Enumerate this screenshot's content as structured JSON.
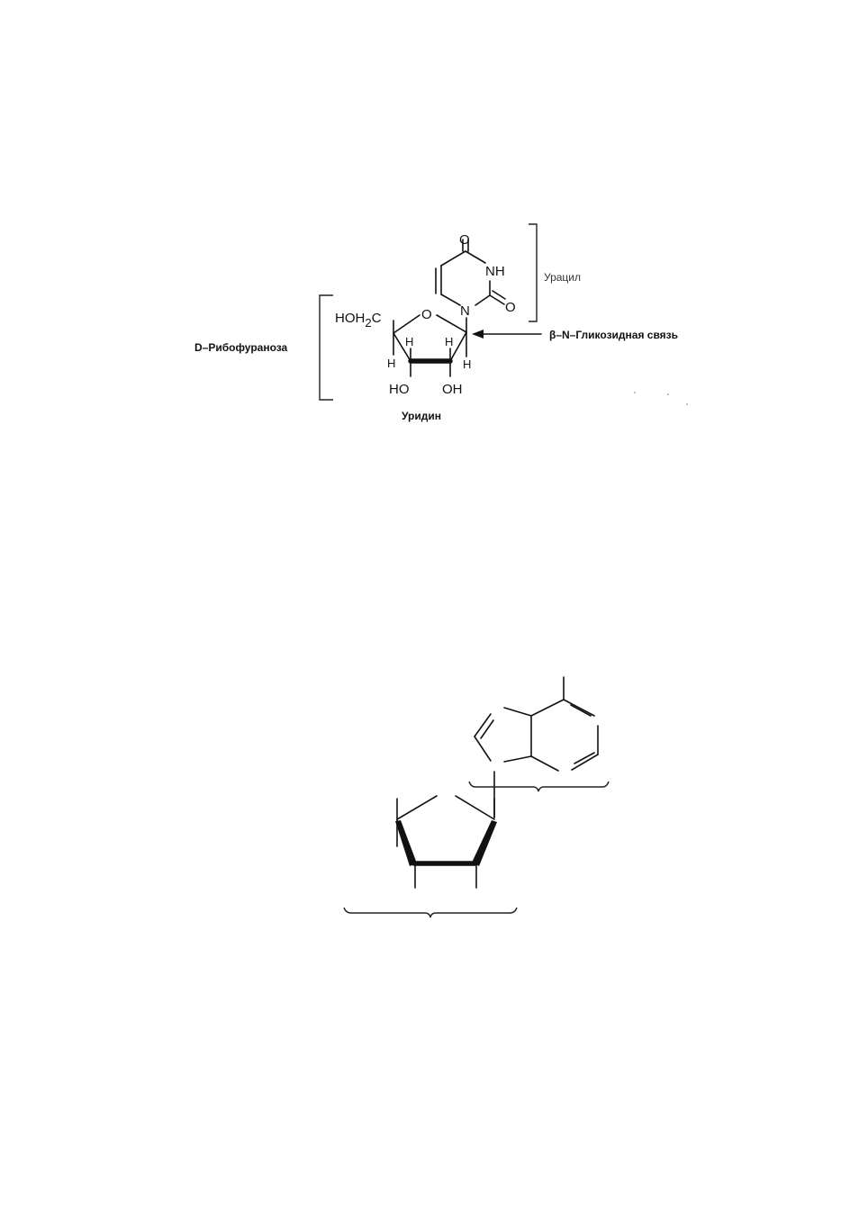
{
  "uridine_figure": {
    "label_uracil": "Урацил",
    "label_ribofuranose": "D–Рибофураноза",
    "label_bond": "β–N–Гликозидная связь",
    "label_uridine": "Уридин",
    "atoms": {
      "o_top": "O",
      "nh": "NH",
      "o_right": "O",
      "n1": "N",
      "o_ring": "O",
      "hoh2c_main": "HOH",
      "hoh2c_sub": "2",
      "hoh2c_end": "C",
      "h_c4": "H",
      "h_c3": "H",
      "h_c2": "H",
      "h_c1": "H",
      "ho_c3": "HO",
      "oh_c2": "OH"
    }
  },
  "skeleton_figure": {
    "description_visible": ""
  }
}
